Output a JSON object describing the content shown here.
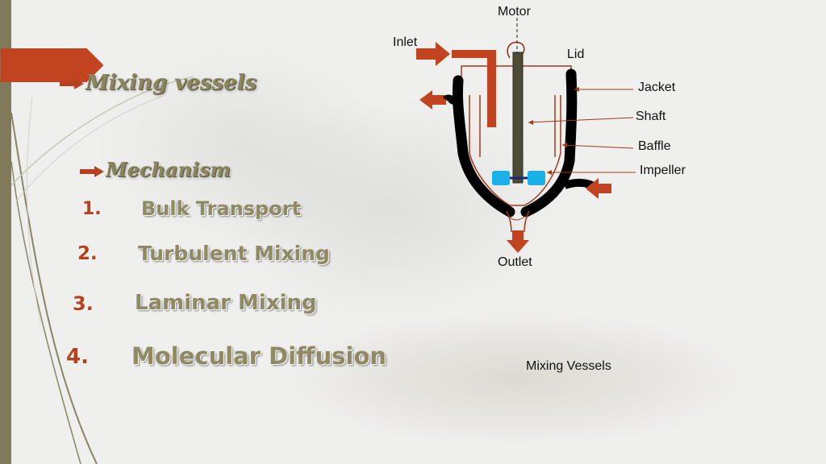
{
  "heading": "Mixing vessels",
  "subheading": "Mechanism",
  "list": [
    {
      "num": "1.",
      "text": "Bulk Transport"
    },
    {
      "num": "2.",
      "text": "Turbulent Mixing"
    },
    {
      "num": "3.",
      "text": "Laminar Mixing"
    },
    {
      "num": "4.",
      "text": "Molecular Diffusion"
    }
  ],
  "diagram": {
    "labels": {
      "motor": "Motor",
      "inlet": "Inlet",
      "lid": "Lid",
      "jacket": "Jacket",
      "shaft": "Shaft",
      "baffle": "Baffle",
      "impeller": "Impeller",
      "outlet": "Outlet"
    },
    "caption": "Mixing Vessels"
  },
  "colors": {
    "accent": "#b8401f",
    "olive": "#8f8a63",
    "shaft": "#4d4a35",
    "impeller": "#1ab0e8"
  }
}
